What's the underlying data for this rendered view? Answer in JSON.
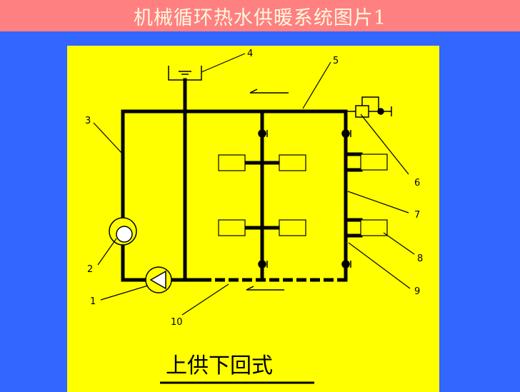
{
  "title": "机械循环热水供暖系统图片1",
  "caption": "上供下回式",
  "labels": {
    "l1": "1",
    "l2": "2",
    "l3": "3",
    "l4": "4",
    "l5": "5",
    "l6": "6",
    "l7": "7",
    "l8": "8",
    "l9": "9",
    "l10": "10"
  },
  "colors": {
    "background": "#3366ff",
    "title_bar": "#ff8080",
    "panel": "#ffff00"
  }
}
